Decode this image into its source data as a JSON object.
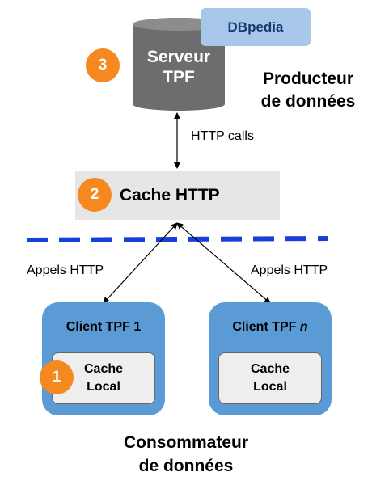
{
  "server": {
    "line1": "Serveur",
    "line2": "TPF"
  },
  "dbpedia": {
    "label": "DBpedia"
  },
  "producer": {
    "line1": "Producteur",
    "line2": "de données"
  },
  "http_calls": {
    "label": "HTTP calls"
  },
  "cache_http": {
    "label": "Cache HTTP"
  },
  "appels_left": {
    "label": "Appels HTTP"
  },
  "appels_right": {
    "label": "Appels HTTP"
  },
  "client1": {
    "title": "Client TPF 1",
    "cache_line1": "Cache",
    "cache_line2": "Local"
  },
  "clientn": {
    "title_prefix": "Client TPF ",
    "title_italic": "n",
    "cache_line1": "Cache",
    "cache_line2": "Local"
  },
  "consumer": {
    "line1": "Consommateur",
    "line2": "de données"
  },
  "badges": {
    "one": "1",
    "two": "2",
    "three": "3"
  },
  "colors": {
    "badge": "#f5891f",
    "server": "#6d6d6d",
    "dbpedia": "#a8c8ea",
    "client": "#5b9bd5",
    "separator": "#1a3fd6",
    "cache_http": "#e6e6e6"
  }
}
